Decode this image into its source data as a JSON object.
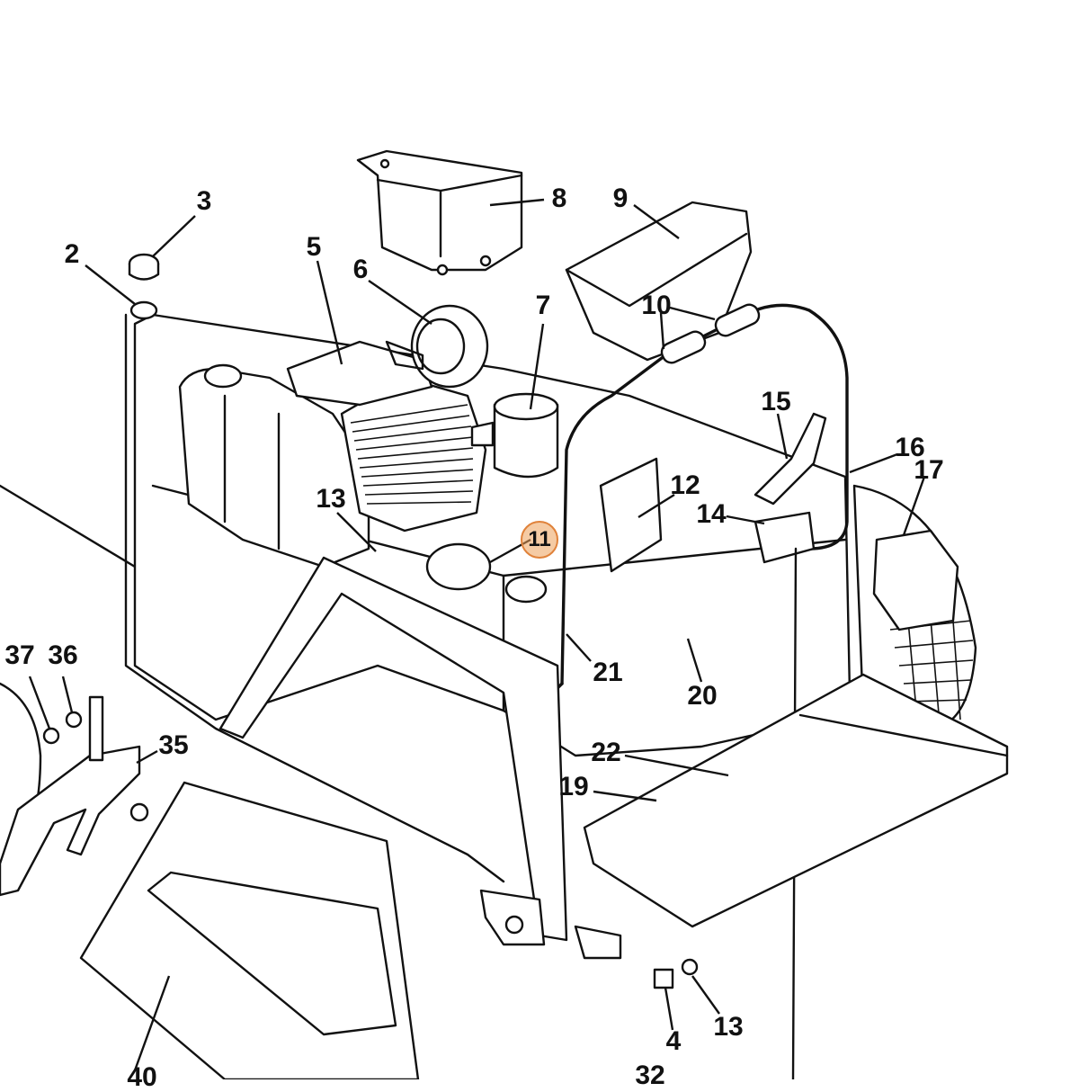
{
  "diagram": {
    "callouts": [
      {
        "id": "c2",
        "text": "2"
      },
      {
        "id": "c3",
        "text": "3"
      },
      {
        "id": "c4",
        "text": "4"
      },
      {
        "id": "c5",
        "text": "5"
      },
      {
        "id": "c6",
        "text": "6"
      },
      {
        "id": "c7",
        "text": "7"
      },
      {
        "id": "c8",
        "text": "8"
      },
      {
        "id": "c9",
        "text": "9"
      },
      {
        "id": "c10",
        "text": "10"
      },
      {
        "id": "c11",
        "text": "11",
        "highlighted": true
      },
      {
        "id": "c12",
        "text": "12"
      },
      {
        "id": "c13a",
        "text": "13"
      },
      {
        "id": "c13b",
        "text": "13"
      },
      {
        "id": "c14",
        "text": "14"
      },
      {
        "id": "c15",
        "text": "15"
      },
      {
        "id": "c16",
        "text": "16"
      },
      {
        "id": "c17",
        "text": "17"
      },
      {
        "id": "c19",
        "text": "19"
      },
      {
        "id": "c20",
        "text": "20"
      },
      {
        "id": "c21",
        "text": "21"
      },
      {
        "id": "c22",
        "text": "22"
      },
      {
        "id": "c32",
        "text": "32"
      },
      {
        "id": "c35",
        "text": "35"
      },
      {
        "id": "c36",
        "text": "36"
      },
      {
        "id": "c37",
        "text": "37"
      },
      {
        "id": "c40",
        "text": "40"
      }
    ],
    "highlight_color": "#e0823a"
  }
}
